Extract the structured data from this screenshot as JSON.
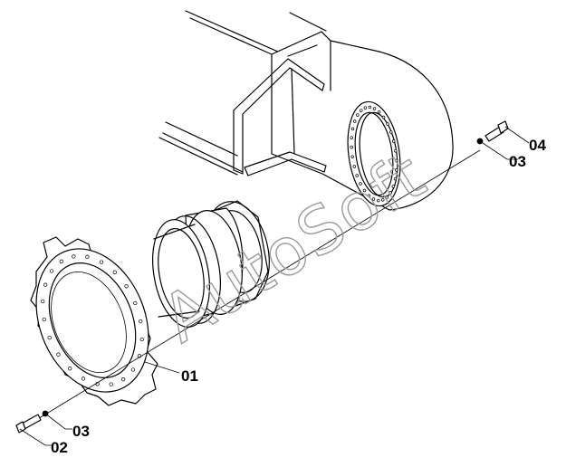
{
  "watermark": "AutoSoft",
  "callouts": [
    {
      "id": "01",
      "label": "01"
    },
    {
      "id": "02",
      "label": "02"
    },
    {
      "id": "03a",
      "label": "03"
    },
    {
      "id": "03b",
      "label": "03"
    },
    {
      "id": "04",
      "label": "04"
    }
  ]
}
